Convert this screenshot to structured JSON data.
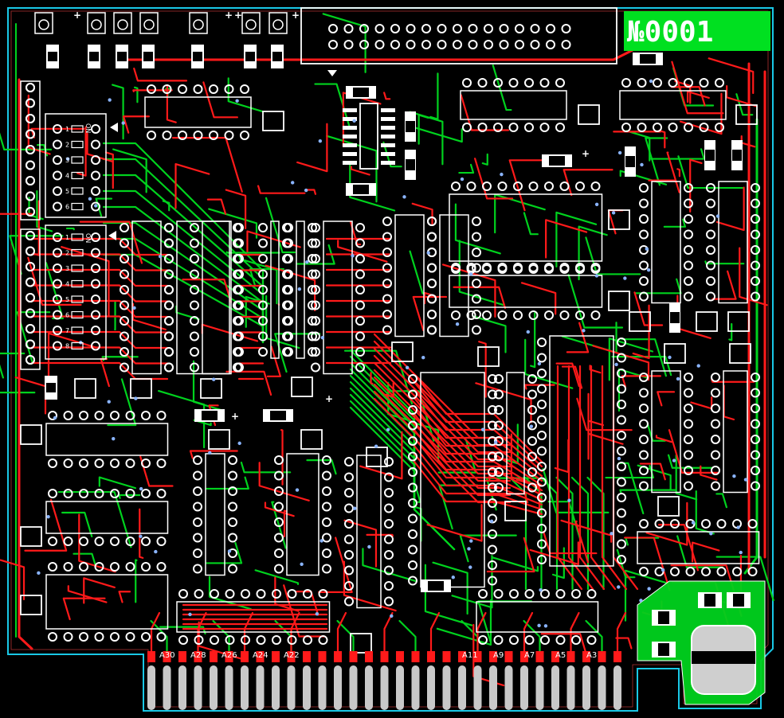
{
  "board": {
    "serial_badge": "№0001",
    "colors": {
      "background": "#000000",
      "top_copper": "#ff1a1a",
      "bottom_copper": "#00d21e",
      "silkscreen": "#ffffff",
      "outline": "#19c8e6",
      "gold_finger": "#c8c8c8",
      "badge_fill": "#00e020",
      "badge_text": "#ffffff"
    },
    "edge_labels_left": [
      "A30",
      "A28",
      "A26",
      "A24",
      "A22"
    ],
    "edge_labels_right": [
      "A11",
      "A9",
      "A7",
      "A5",
      "A3"
    ],
    "dip_switches": [
      {
        "header": "ON",
        "numbers": [
          "1",
          "2",
          "3",
          "4",
          "5",
          "6"
        ]
      },
      {
        "header": "ON",
        "numbers": [
          "1",
          "2",
          "3",
          "4",
          "5",
          "6",
          "7",
          "8"
        ]
      }
    ]
  }
}
